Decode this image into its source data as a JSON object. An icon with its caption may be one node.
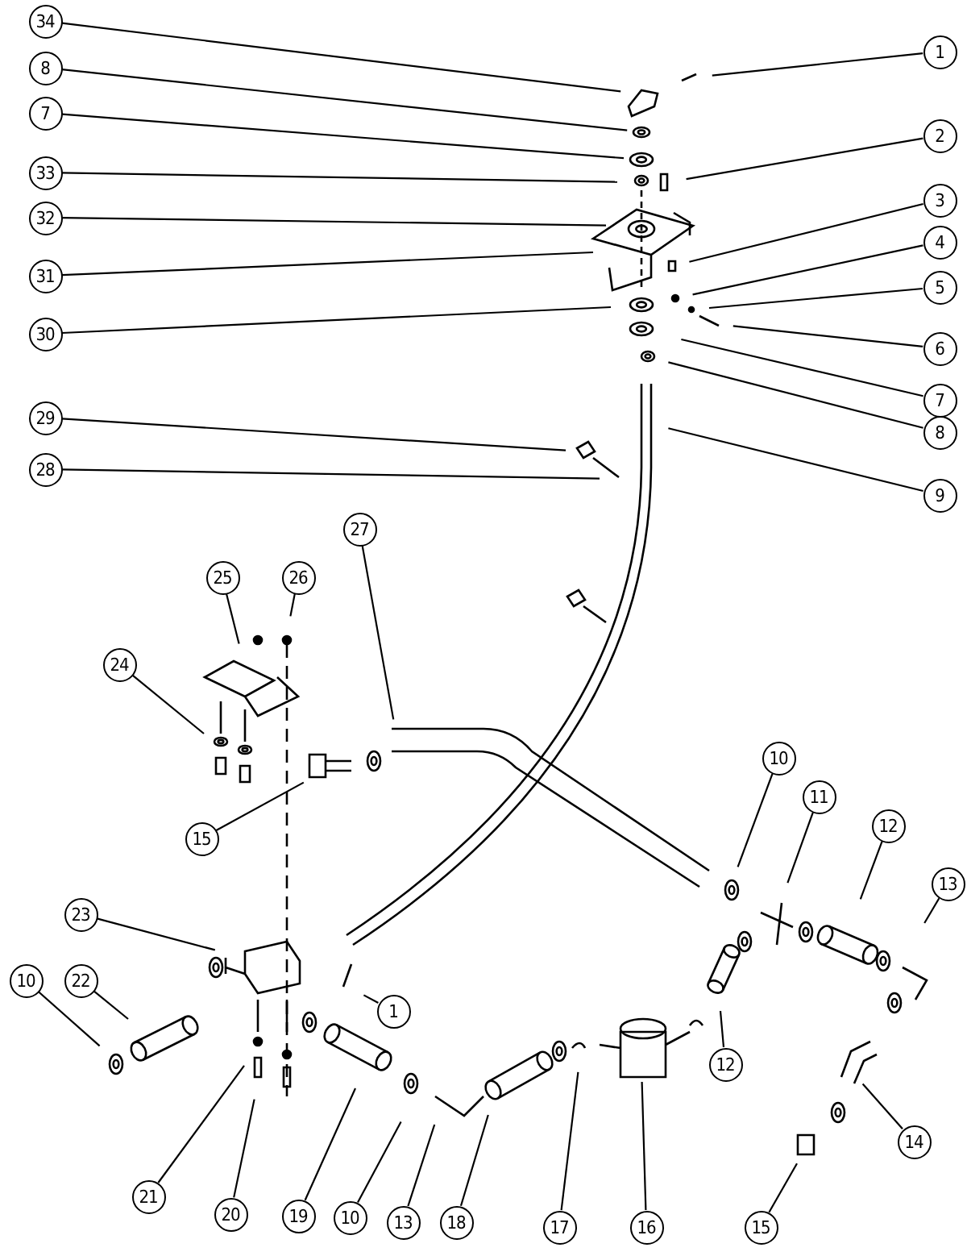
{
  "diagram": {
    "nodes": [
      {
        "text": [
          "34"
        ]
      },
      {
        "text": [
          "1"
        ]
      },
      {
        "text": [
          "8"
        ]
      },
      {
        "text": [
          "7"
        ]
      },
      {
        "text": [
          "2"
        ]
      },
      {
        "text": [
          "33"
        ]
      },
      {
        "text": [
          "32"
        ]
      },
      {
        "text": [
          "3"
        ]
      },
      {
        "text": [
          "31"
        ]
      },
      {
        "text": [
          "4"
        ]
      },
      {
        "text": [
          "5"
        ]
      },
      {
        "text": [
          "30"
        ]
      },
      {
        "text": [
          "6"
        ]
      },
      {
        "text": [
          "7"
        ]
      },
      {
        "text": [
          "8"
        ]
      },
      {
        "text": [
          "29"
        ]
      },
      {
        "text": [
          "9"
        ]
      },
      {
        "text": [
          "28"
        ]
      },
      {
        "text": [
          "27"
        ]
      },
      {
        "text": [
          "25"
        ]
      },
      {
        "text": [
          "26"
        ]
      },
      {
        "text": [
          "24"
        ]
      },
      {
        "text": [
          "15"
        ]
      },
      {
        "text": [
          "10"
        ]
      },
      {
        "text": [
          "11"
        ]
      },
      {
        "text": [
          "12"
        ]
      },
      {
        "text": [
          "13"
        ]
      },
      {
        "text": [
          "23"
        ]
      },
      {
        "text": [
          "10"
        ]
      },
      {
        "text": [
          "22"
        ]
      },
      {
        "text": [
          "1"
        ]
      },
      {
        "text": [
          "12"
        ]
      },
      {
        "text": [
          "14"
        ]
      },
      {
        "text": [
          "21"
        ]
      },
      {
        "text": [
          "20"
        ]
      },
      {
        "text": [
          "19"
        ]
      },
      {
        "text": [
          "10"
        ]
      },
      {
        "text": [
          "13"
        ]
      },
      {
        "text": [
          "18"
        ]
      },
      {
        "text": [
          "17"
        ]
      },
      {
        "text": [
          "16"
        ]
      },
      {
        "text": [
          "15"
        ]
      }
    ],
    "edges": [
      {
        "from": 0,
        "to": null,
        "arrow": "none"
      },
      {
        "from": 1,
        "to": null,
        "arrow": "none"
      },
      {
        "from": 2,
        "to": null,
        "arrow": "none"
      },
      {
        "from": 3,
        "to": null,
        "arrow": "none"
      },
      {
        "from": 4,
        "to": null,
        "arrow": "none"
      },
      {
        "from": 5,
        "to": null,
        "arrow": "none"
      },
      {
        "from": 6,
        "to": null,
        "arrow": "none"
      },
      {
        "from": 7,
        "to": null,
        "arrow": "none"
      },
      {
        "from": 8,
        "to": null,
        "arrow": "none"
      },
      {
        "from": 9,
        "to": null,
        "arrow": "none"
      },
      {
        "from": 10,
        "to": null,
        "arrow": "none"
      },
      {
        "from": 11,
        "to": null,
        "arrow": "none"
      },
      {
        "from": 12,
        "to": null,
        "arrow": "none"
      },
      {
        "from": 13,
        "to": null,
        "arrow": "none"
      },
      {
        "from": 14,
        "to": null,
        "arrow": "none"
      },
      {
        "from": 15,
        "to": null,
        "arrow": "none"
      },
      {
        "from": 16,
        "to": null,
        "arrow": "none"
      },
      {
        "from": 17,
        "to": null,
        "arrow": "none"
      },
      {
        "from": 18,
        "to": null,
        "arrow": "none"
      },
      {
        "from": 19,
        "to": null,
        "arrow": "none"
      },
      {
        "from": 20,
        "to": null,
        "arrow": "none"
      },
      {
        "from": 21,
        "to": null,
        "arrow": "none"
      },
      {
        "from": 22,
        "to": null,
        "arrow": "none"
      },
      {
        "from": 23,
        "to": null,
        "arrow": "none"
      },
      {
        "from": 24,
        "to": null,
        "arrow": "none"
      },
      {
        "from": 25,
        "to": null,
        "arrow": "none"
      },
      {
        "from": 26,
        "to": null,
        "arrow": "none"
      },
      {
        "from": 27,
        "to": null,
        "arrow": "none"
      },
      {
        "from": 28,
        "to": null,
        "arrow": "none"
      },
      {
        "from": 29,
        "to": null,
        "arrow": "none"
      },
      {
        "from": 30,
        "to": null,
        "arrow": "none"
      },
      {
        "from": 31,
        "to": null,
        "arrow": "none"
      },
      {
        "from": 32,
        "to": null,
        "arrow": "none"
      },
      {
        "from": 33,
        "to": null,
        "arrow": "none"
      },
      {
        "from": 34,
        "to": null,
        "arrow": "none"
      },
      {
        "from": 35,
        "to": null,
        "arrow": "none"
      },
      {
        "from": 36,
        "to": null,
        "arrow": "none"
      },
      {
        "from": 37,
        "to": null,
        "arrow": "none"
      },
      {
        "from": 38,
        "to": null,
        "arrow": "none"
      },
      {
        "from": 39,
        "to": null,
        "arrow": "none"
      },
      {
        "from": 40,
        "to": null,
        "arrow": "none"
      },
      {
        "from": 41,
        "to": null,
        "arrow": "none"
      }
    ]
  }
}
